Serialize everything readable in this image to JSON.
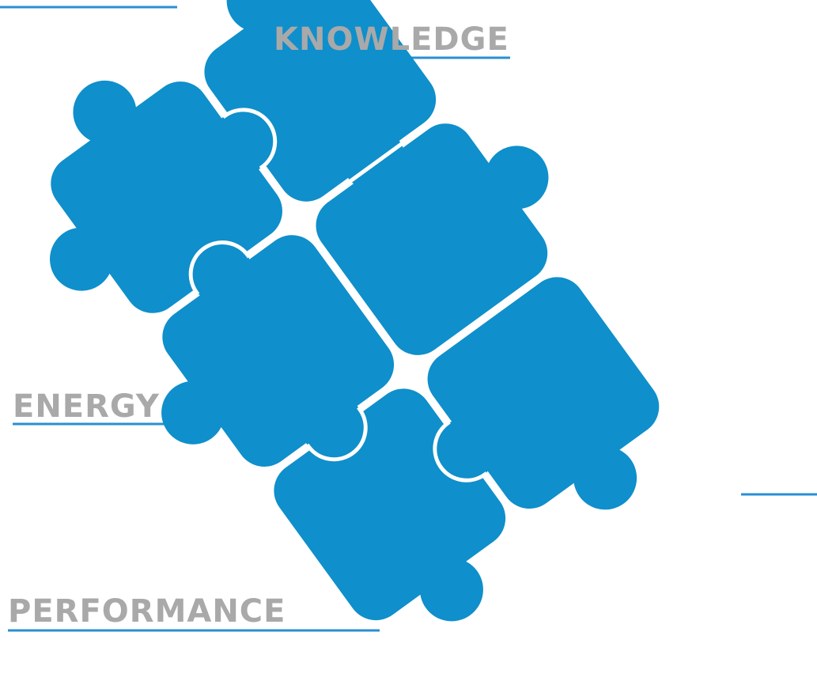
{
  "labels": {
    "knowledge": "KNOWLEDGE",
    "energy": "ENERGY",
    "performance": "PERFORMANCE"
  },
  "colors": {
    "piece": "#0f8fcb",
    "line": "#2a8fd2",
    "label": "#a9a9a9",
    "background": "#ffffff"
  },
  "puzzle": {
    "pieces": 6,
    "arrangement": "diagonal 2x3 grid"
  }
}
